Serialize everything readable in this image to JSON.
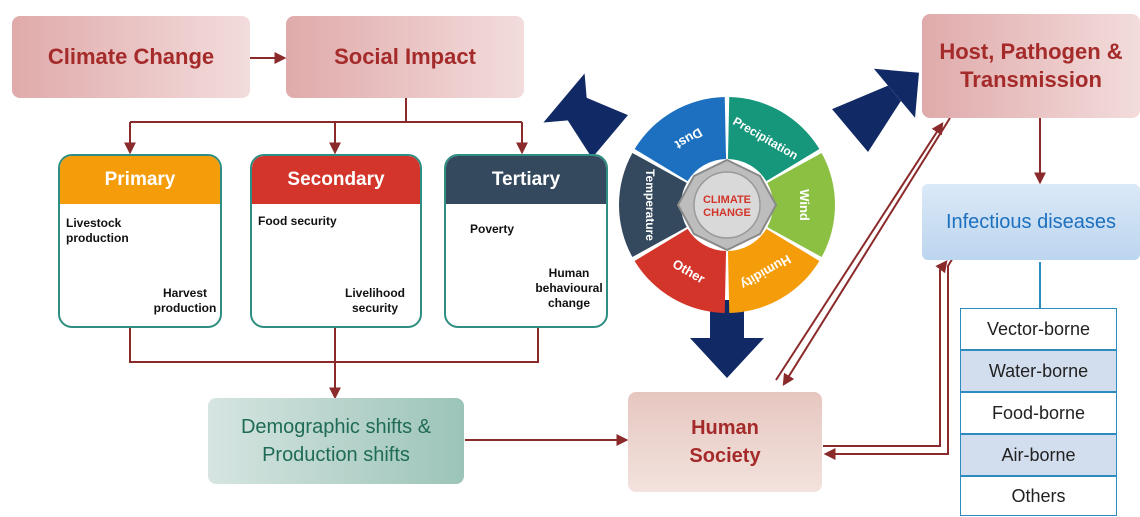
{
  "colors": {
    "arrow_dark_red": "#8b2a2a",
    "big_arrow_navy": "#112a66",
    "primary": "#f59c0a",
    "secondary": "#d3352a",
    "tertiary": "#34495e",
    "teal_border": "#2e8e82"
  },
  "top_boxes": {
    "climate_change": "Climate Change",
    "social_impact": "Social Impact",
    "host_pathogen": "Host, Pathogen & Transmission"
  },
  "tiers": {
    "primary": {
      "title": "Primary",
      "label_a": "Livestock production",
      "label_b": "Harvest production"
    },
    "secondary": {
      "title": "Secondary",
      "label_a": "Food security",
      "label_b": "Livelihood security"
    },
    "tertiary": {
      "title": "Tertiary",
      "label_a": "Poverty",
      "label_b": "Human behavioural change"
    }
  },
  "wheel": {
    "center_label": "CLIMATE CHANGE",
    "segments": [
      {
        "label": "Precipitation",
        "color": "#16967a",
        "start": -90,
        "end": -30
      },
      {
        "label": "Wind",
        "color": "#8cc043",
        "start": -30,
        "end": 30
      },
      {
        "label": "Humidity",
        "color": "#f59c0a",
        "start": 30,
        "end": 90
      },
      {
        "label": "Other",
        "color": "#d3352a",
        "start": 90,
        "end": 150
      },
      {
        "label": "Temperature",
        "color": "#34495e",
        "start": 150,
        "end": 210
      },
      {
        "label": "Dust",
        "color": "#1c70bf",
        "start": 210,
        "end": 270
      }
    ]
  },
  "demographic": "Demographic shifts & Production shifts",
  "human_society": "Human Society",
  "infectious": "Infectious diseases",
  "diseases": [
    "Vector-borne",
    "Water-borne",
    "Food-borne",
    "Air-borne",
    "Others"
  ]
}
